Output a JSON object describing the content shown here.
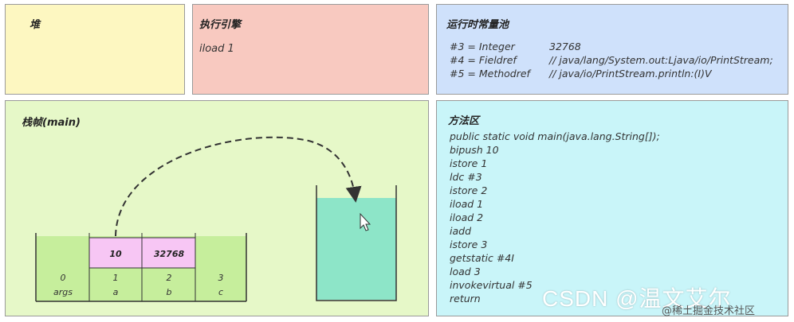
{
  "heap": {
    "title": "堆"
  },
  "engine": {
    "title": "执行引擎",
    "current": "iload 1"
  },
  "pool": {
    "title": "运行时常量池",
    "entries": [
      {
        "key": "#3 = Integer",
        "value": "32768"
      },
      {
        "key": "#4 = Fieldref",
        "value": "// java/lang/System.out:Ljava/io/PrintStream;"
      },
      {
        "key": "#5 = Methodref",
        "value": "// java/io/PrintStream.println:(I)V"
      }
    ]
  },
  "frame": {
    "title": "栈帧(main)",
    "locals": [
      {
        "index": "0",
        "name": "args",
        "value": ""
      },
      {
        "index": "1",
        "name": "a",
        "value": "10"
      },
      {
        "index": "2",
        "name": "b",
        "value": "32768"
      },
      {
        "index": "3",
        "name": "c",
        "value": ""
      }
    ]
  },
  "method": {
    "title": "方法区",
    "lines": [
      "public static void main(java.lang.String[]);",
      "bipush 10",
      "istore 1",
      "ldc #3",
      "istore 2",
      "iload 1",
      "iload 2",
      "iadd",
      "istore 3",
      "getstatic #4I",
      "load 3",
      "invokevirtual #5",
      "return"
    ]
  },
  "watermark": {
    "main": "CSDN @温文艾尔",
    "sub": "@稀土掘金技术社区"
  },
  "colors": {
    "heap": "#fdf7c1",
    "engine": "#f8c9c0",
    "pool": "#cfe1fb",
    "frame": "#e6f8c8",
    "method": "#c9f5f9",
    "locals_fill": "#c6ee9c",
    "value_fill": "#f7c6f4",
    "operand_fill": "#8de5c8"
  }
}
